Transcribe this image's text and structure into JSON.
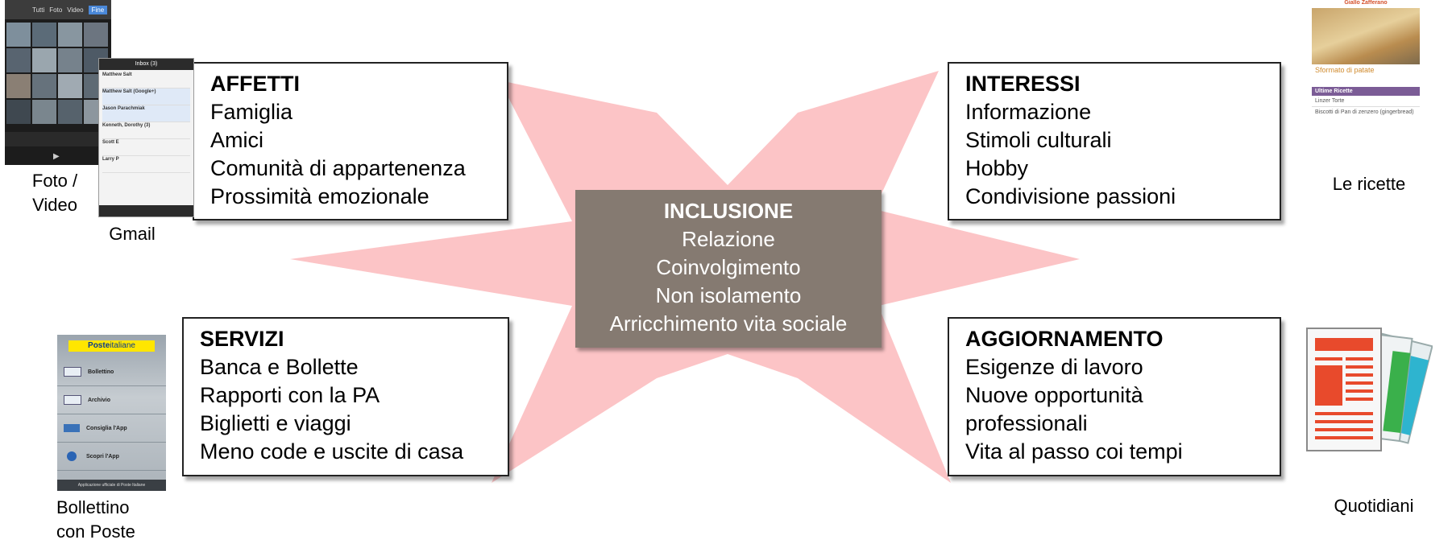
{
  "center": {
    "title": "INCLUSIONE",
    "lines": [
      "Relazione",
      "Coinvolgimento",
      "Non isolamento",
      "Arricchimento vita sociale"
    ]
  },
  "boxes": {
    "affetti": {
      "title": "AFFETTI",
      "lines": [
        "Famiglia",
        "Amici",
        "Comunità di appartenenza",
        "Prossimità emozionale"
      ]
    },
    "interessi": {
      "title": "INTERESSI",
      "lines": [
        "Informazione",
        "Stimoli culturali",
        "Hobby",
        "Condivisione passioni"
      ]
    },
    "servizi": {
      "title": "SERVIZI",
      "lines": [
        "Banca e Bollette",
        "Rapporti con la PA",
        "Biglietti e viaggi",
        "Meno code e uscite di casa"
      ]
    },
    "aggiornamento": {
      "title": "AGGIORNAMENTO",
      "lines": [
        "Esigenze di lavoro",
        "Nuove opportunità",
        "professionali",
        "Vita al passo coi tempi"
      ]
    }
  },
  "captions": {
    "foto": [
      "Foto /",
      "Video"
    ],
    "gmail": "Gmail",
    "ricette": "Le ricette",
    "bollettino": [
      "Bollettino",
      "con Poste"
    ],
    "quotidiani": "Quotidiani"
  },
  "thumbs": {
    "gmail": {
      "header": "Inbox (3)",
      "senders": [
        "Matthew Salt",
        "Matthew Salt (Google+)",
        "Jason Parachmiak",
        "Kenneth, Dorothy (3)",
        "Scott E",
        "Larry P"
      ]
    },
    "poste": {
      "brand_a": "Poste",
      "brand_b": "italiane",
      "items": [
        "Bollettino",
        "Archivio",
        "Consiglia l'App",
        "Scopri l'App"
      ],
      "footer": "Applicazione ufficiale di Poste Italiane"
    },
    "ricette": {
      "brand": "Giallo Zafferano",
      "dish": "Sformato di patate",
      "section": "Ultime Ricette",
      "items": [
        "Linzer Torte",
        "Biscotti di Pan di zenzero (gingerbread)"
      ]
    },
    "foto": {
      "tabs": [
        "Tutti",
        "Foto",
        "Video",
        "Fine"
      ]
    }
  },
  "colors": {
    "star": "#fcc4c6",
    "center": "#857a71",
    "poste_yellow": "#ffe600",
    "ricette_purple": "#7b5c96",
    "paper_red": "#e84a2c"
  }
}
